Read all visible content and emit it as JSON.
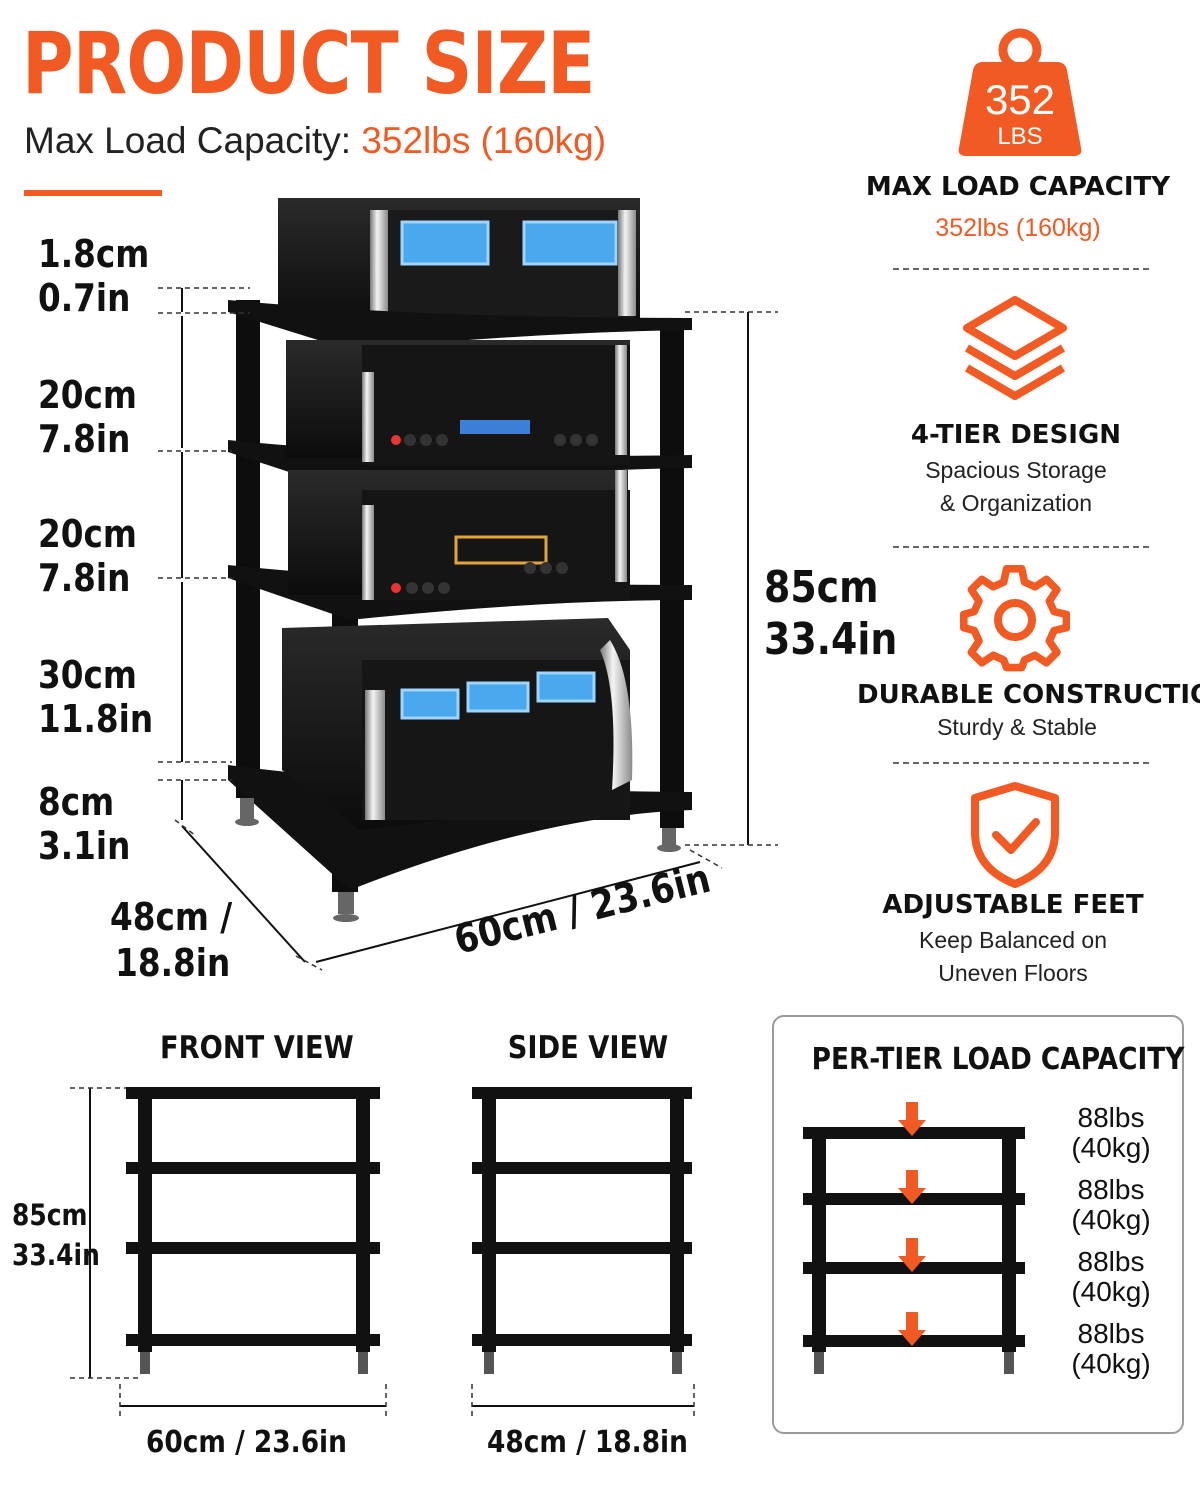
{
  "header": {
    "title": "PRODUCT SIZE",
    "capacity_label": "Max Load Capacity:",
    "capacity_value": "352lbs (160kg)"
  },
  "main_dimensions": {
    "top_gap": [
      "1.8cm",
      "0.7in"
    ],
    "tier1": [
      "20cm",
      "7.8in"
    ],
    "tier2": [
      "20cm",
      "7.8in"
    ],
    "tier3": [
      "30cm",
      "11.8in"
    ],
    "feet": [
      "8cm",
      "3.1in"
    ],
    "height": [
      "85cm",
      "33.4in"
    ],
    "depth": [
      "48cm /",
      "18.8in"
    ],
    "width": "60cm / 23.6in"
  },
  "features": [
    {
      "icon": "weight-icon",
      "badge_value": "352",
      "badge_unit": "LBS",
      "title": "MAX LOAD CAPACITY",
      "subtitle": "352lbs (160kg)"
    },
    {
      "icon": "layers-icon",
      "title": "4-TIER DESIGN",
      "subtitle": "Spacious Storage\n& Organization"
    },
    {
      "icon": "gear-icon",
      "title": "DURABLE CONSTRUCTION",
      "subtitle": "Sturdy & Stable"
    },
    {
      "icon": "shield-check-icon",
      "title": "ADJUSTABLE FEET",
      "subtitle": "Keep Balanced on\nUneven Floors"
    }
  ],
  "front_view": {
    "title": "FRONT VIEW",
    "height": [
      "85cm",
      "33.4in"
    ],
    "width": "60cm / 23.6in"
  },
  "side_view": {
    "title": "SIDE VIEW",
    "width": "48cm / 18.8in"
  },
  "per_tier": {
    "title": "PER-TIER LOAD CAPACITY",
    "tiers": [
      {
        "lbs": "88lbs",
        "kg": "(40kg)"
      },
      {
        "lbs": "88lbs",
        "kg": "(40kg)"
      },
      {
        "lbs": "88lbs",
        "kg": "(40kg)"
      },
      {
        "lbs": "88lbs",
        "kg": "(40kg)"
      }
    ]
  },
  "colors": {
    "accent": "#f15a22",
    "rack": "#111111",
    "screen": "#4aa8ee"
  }
}
